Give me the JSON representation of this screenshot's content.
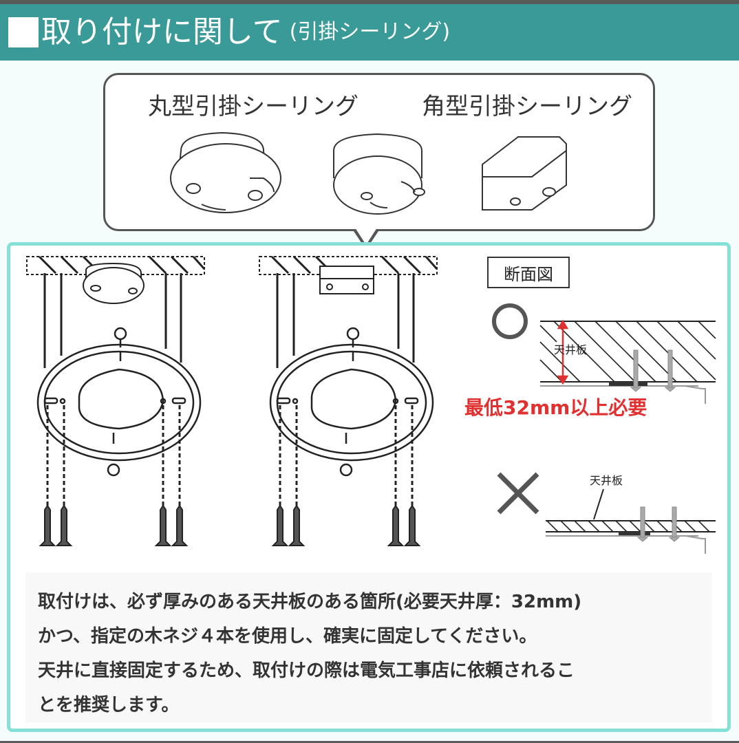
{
  "header": {
    "title": "取り付けに関して",
    "subtitle": "(引掛シーリング)",
    "color": "#3a9a98"
  },
  "callout": {
    "round_label": "丸型引掛シーリング",
    "square_label": "角型引掛シーリング"
  },
  "cross_section": {
    "title": "断面図",
    "ok_mark": "○",
    "ng_mark": "×",
    "ceiling_label_ok": "天井板",
    "ceiling_label_ng": "天井板",
    "requirement": "最低32mm以上必要",
    "requirement_color": "#e03030"
  },
  "note": {
    "lines": [
      "取付けは、必ず厚みのある天井板のある箇所(必要天井厚：32mm)",
      "かつ、指定の木ネジ４本を使用し、確実に固定してください。",
      "天井に直接固定するため、取付けの際は電気工事店に依頼されるこ",
      "とを推奨します。"
    ]
  },
  "icons": [
    "round-ceiling-rose-icon",
    "square-ceiling-rose-icon",
    "mounting-bracket-icon",
    "wood-screw-icon",
    "ok-circle-icon",
    "ng-cross-icon"
  ]
}
